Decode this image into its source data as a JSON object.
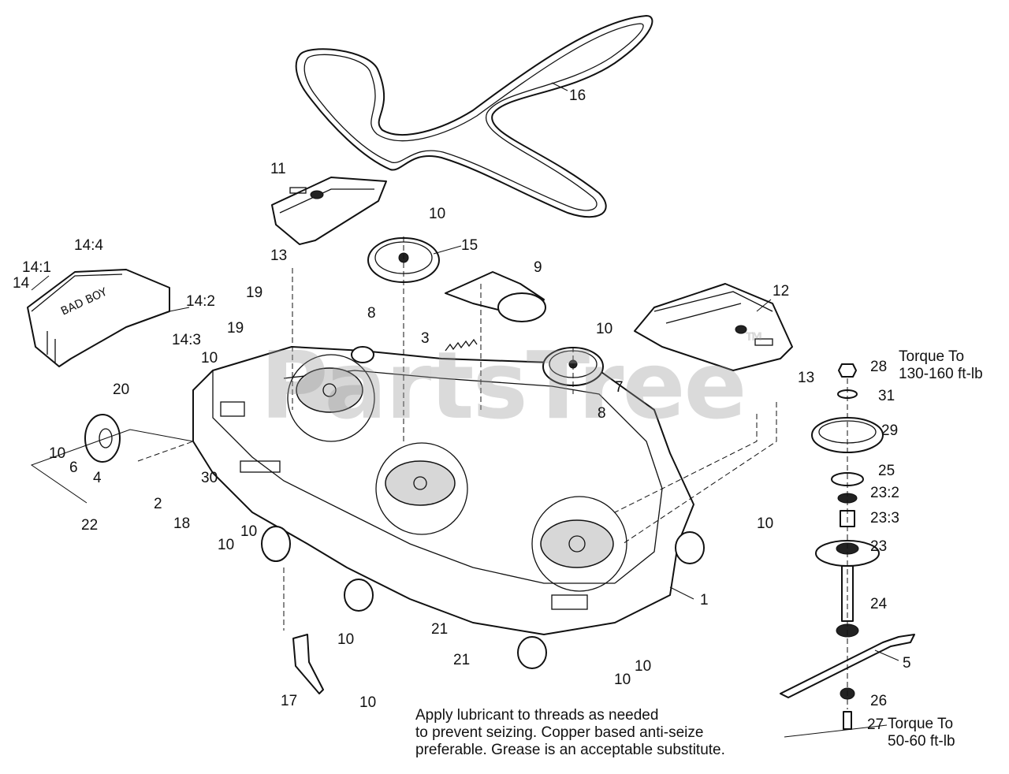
{
  "watermark": "PartsTree",
  "trademark": "TM",
  "labels": {
    "l1": "1",
    "l2": "2",
    "l3": "3",
    "l4": "4",
    "l5": "5",
    "l6": "6",
    "l7": "7",
    "l8a": "8",
    "l8b": "8",
    "l9": "9",
    "l10a": "10",
    "l10b": "10",
    "l10c": "10",
    "l10d": "10",
    "l10e": "10",
    "l10f": "10",
    "l10g": "10",
    "l10h": "10",
    "l10i": "10",
    "l10j": "10",
    "l10k": "10",
    "l11": "11",
    "l12": "12",
    "l13a": "13",
    "l13b": "13",
    "l14": "14",
    "l14_1": "14:1",
    "l14_2": "14:2",
    "l14_3": "14:3",
    "l14_4": "14:4",
    "l15": "15",
    "l16": "16",
    "l17": "17",
    "l18": "18",
    "l19a": "19",
    "l19b": "19",
    "l20": "20",
    "l21a": "21",
    "l21b": "21",
    "l22": "22",
    "l23": "23",
    "l23_2": "23:2",
    "l23_3": "23:3",
    "l24": "24",
    "l25": "25",
    "l26": "26",
    "l27": "27",
    "l28": "28",
    "l29": "29",
    "l30": "30",
    "l31": "31"
  },
  "torque_top": {
    "line1": "Torque To",
    "line2": "130-160 ft-lb"
  },
  "torque_bottom": {
    "line1": "Torque To",
    "line2": "50-60 ft-lb"
  },
  "note": {
    "line1": "Apply lubricant to threads as needed",
    "line2": "to prevent seizing. Copper based anti-seize",
    "line3": "preferable. Grease is an acceptable substitute."
  }
}
